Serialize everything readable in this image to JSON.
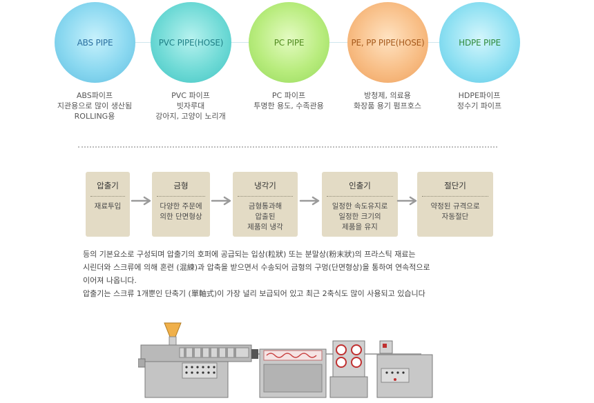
{
  "pipes": [
    {
      "name": "ABS PIPE",
      "desc": [
        "ABS파이프",
        "지관용으로 많이 생산됨",
        "ROLLING용"
      ]
    },
    {
      "name": "PVC PIPE(HOSE)",
      "desc": [
        "PVC 파이프",
        "빗자루대",
        "강아지, 고양이 노리개"
      ]
    },
    {
      "name": "PC PIPE",
      "desc": [
        "PC 파이프",
        "투명한 용도, 수족관용"
      ]
    },
    {
      "name": "PE, PP PIPE(HOSE)",
      "desc": [
        "방청제, 의료용",
        "화장품 용기 펌프호스"
      ]
    },
    {
      "name": "HDPE PIPE",
      "desc": [
        "HDPE파이프",
        "정수기 파이프"
      ]
    }
  ],
  "process": [
    {
      "title": "압출기",
      "body": [
        "재료투입"
      ]
    },
    {
      "title": "금형",
      "body": [
        "다양한 주문에",
        "의한 단면형상"
      ]
    },
    {
      "title": "냉각기",
      "body": [
        "금형통과해",
        "압출된",
        "제품의 냉각"
      ]
    },
    {
      "title": "인출기",
      "body": [
        "일정한 속도유지로",
        "일정한 크기의",
        "제품을 유지"
      ]
    },
    {
      "title": "절단기",
      "body": [
        "약정된 규격으로",
        "자동절단"
      ]
    }
  ],
  "paragraph": [
    "등의 기본요소로 구성되며 압출기의 호퍼에 공급되는 입상(粒狀) 또는 분말상(粉末狀)의 프라스틱 재료는",
    "시린더와 스크류에 의해 혼련 (混練)과 압축을 받으면서 수송되어 금형의 구멍(단면형상)을 통하여 연속적으로",
    "이어져 나옵니다.",
    "압출기는 스크류 1개뿐인 단축기 (單軸式)이 가장 널리 보급되어 있고 최근 2축식도 많이 사용되고 있습니다"
  ],
  "colors": {
    "process_box": "#e3dbc5",
    "arrow": "#9a9a9a"
  }
}
